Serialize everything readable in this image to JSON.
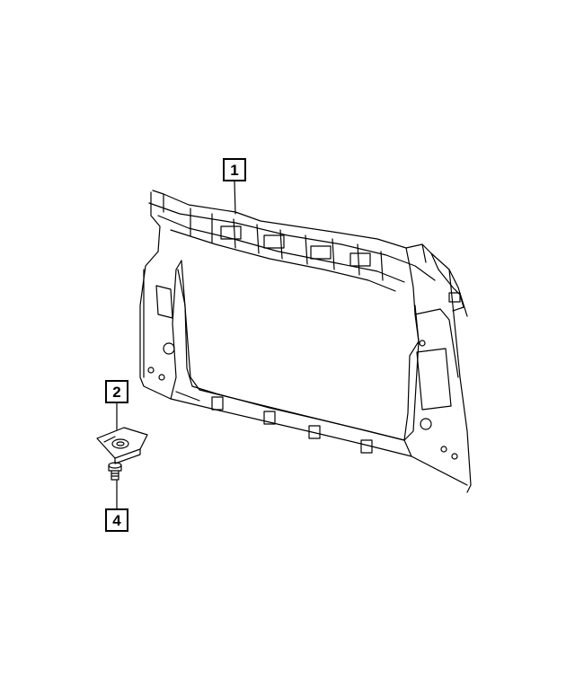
{
  "callouts": {
    "c1": "1",
    "c2": "2",
    "c4": "4"
  },
  "colors": {
    "line": "#000000",
    "background": "#ffffff"
  }
}
